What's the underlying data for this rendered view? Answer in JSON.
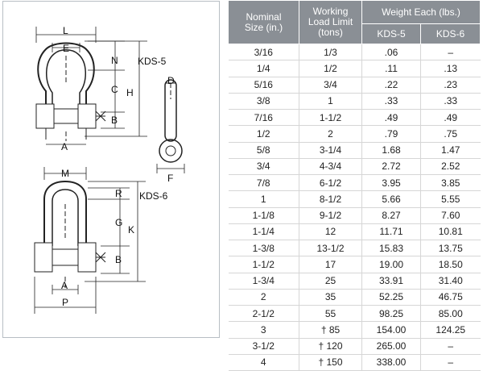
{
  "diagram": {
    "labels": {
      "kds5": "KDS-5",
      "kds6": "KDS-6",
      "L": "L",
      "E": "E",
      "N": "N",
      "C": "C",
      "H": "H",
      "B": "B",
      "A": "A",
      "D": "D",
      "F": "F",
      "M": "M",
      "R": "R",
      "G": "G",
      "K": "K",
      "B2": "B",
      "A2": "A",
      "P": "P"
    }
  },
  "table": {
    "headers": {
      "nominal": [
        "Nominal",
        "Size (in.)"
      ],
      "wll": [
        "Working",
        "Load Limit",
        "(tons)"
      ],
      "weight": "Weight Each (lbs.)",
      "kds5": "KDS-5",
      "kds6": "KDS-6"
    },
    "rows": [
      [
        "3/16",
        "1/3",
        ".06",
        "–"
      ],
      [
        "1/4",
        "1/2",
        ".11",
        ".13"
      ],
      [
        "5/16",
        "3/4",
        ".22",
        ".23"
      ],
      [
        "3/8",
        "1",
        ".33",
        ".33"
      ],
      [
        "7/16",
        "1-1/2",
        ".49",
        ".49"
      ],
      [
        "1/2",
        "2",
        ".79",
        ".75"
      ],
      [
        "5/8",
        "3-1/4",
        "1.68",
        "1.47"
      ],
      [
        "3/4",
        "4-3/4",
        "2.72",
        "2.52"
      ],
      [
        "7/8",
        "6-1/2",
        "3.95",
        "3.85"
      ],
      [
        "1",
        "8-1/2",
        "5.66",
        "5.55"
      ],
      [
        "1-1/8",
        "9-1/2",
        "8.27",
        "7.60"
      ],
      [
        "1-1/4",
        "12",
        "11.71",
        "10.81"
      ],
      [
        "1-3/8",
        "13-1/2",
        "15.83",
        "13.75"
      ],
      [
        "1-1/2",
        "17",
        "19.00",
        "18.50"
      ],
      [
        "1-3/4",
        "25",
        "33.91",
        "31.40"
      ],
      [
        "2",
        "35",
        "52.25",
        "46.75"
      ],
      [
        "2-1/2",
        "55",
        "98.25",
        "85.00"
      ],
      [
        "3",
        "† 85",
        "154.00",
        "124.25"
      ],
      [
        "3-1/2",
        "† 120",
        "265.00",
        "–"
      ],
      [
        "4",
        "† 150",
        "338.00",
        "–"
      ]
    ]
  }
}
